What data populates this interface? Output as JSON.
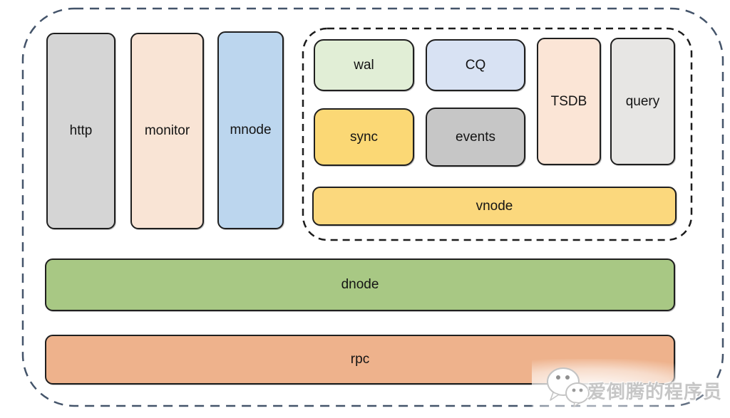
{
  "colors": {
    "background": "#ffffff",
    "outer_dashed_border": "#44546a",
    "inner_dashed_border": "#1c1c1c",
    "box_border": "#1f1f1f",
    "http_fill": "#d5d5d5",
    "monitor_fill": "#f9e4d5",
    "mnode_fill": "#bcd6ee",
    "wal_fill": "#e1eed6",
    "cq_fill": "#d8e2f3",
    "tsdb_fill": "#fbe5d6",
    "query_fill": "#e7e6e4",
    "sync_fill": "#fbd875",
    "events_fill": "#c6c6c6",
    "vnode_fill": "#fbd87d",
    "dnode_fill": "#a8c884",
    "rpc_fill": "#eeb28c",
    "watermark_text_color": "#c6c6c6"
  },
  "modules": {
    "http": "http",
    "monitor": "monitor",
    "mnode": "mnode",
    "wal": "wal",
    "cq": "CQ",
    "tsdb": "TSDB",
    "query": "query",
    "sync": "sync",
    "events": "events",
    "vnode": "vnode",
    "dnode": "dnode",
    "rpc": "rpc"
  },
  "watermark": {
    "text": "爱倒腾的程序员",
    "icon": "wechat-icon"
  }
}
